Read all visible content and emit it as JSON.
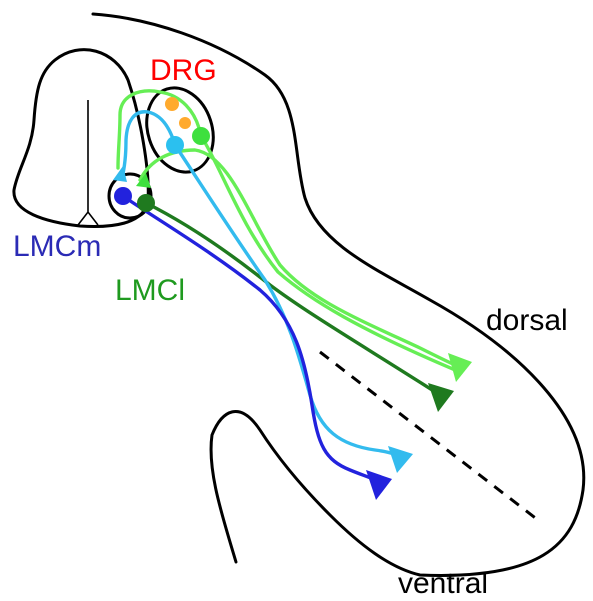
{
  "labels": {
    "drg": "DRG",
    "lmc_medial": "LMCm",
    "lmc_lateral": "LMCl",
    "dorsal": "dorsal",
    "ventral": "ventral"
  },
  "colors": {
    "outline": "#000000",
    "drg_label": "#ff0000",
    "lmc_medial_label": "#2b2bb5",
    "lmc_lateral_label": "#1f9a1f",
    "drg_neuron_orange": "#ffaa2e",
    "drg_neuron_green": "#3ee03e",
    "drg_neuron_cyan": "#2bc0ef",
    "motor_axon_light_green": "#66ee55",
    "motor_axon_dark_green": "#1f7a1f",
    "motor_axon_cyan": "#33bbee",
    "motor_axon_blue": "#2222dd"
  }
}
